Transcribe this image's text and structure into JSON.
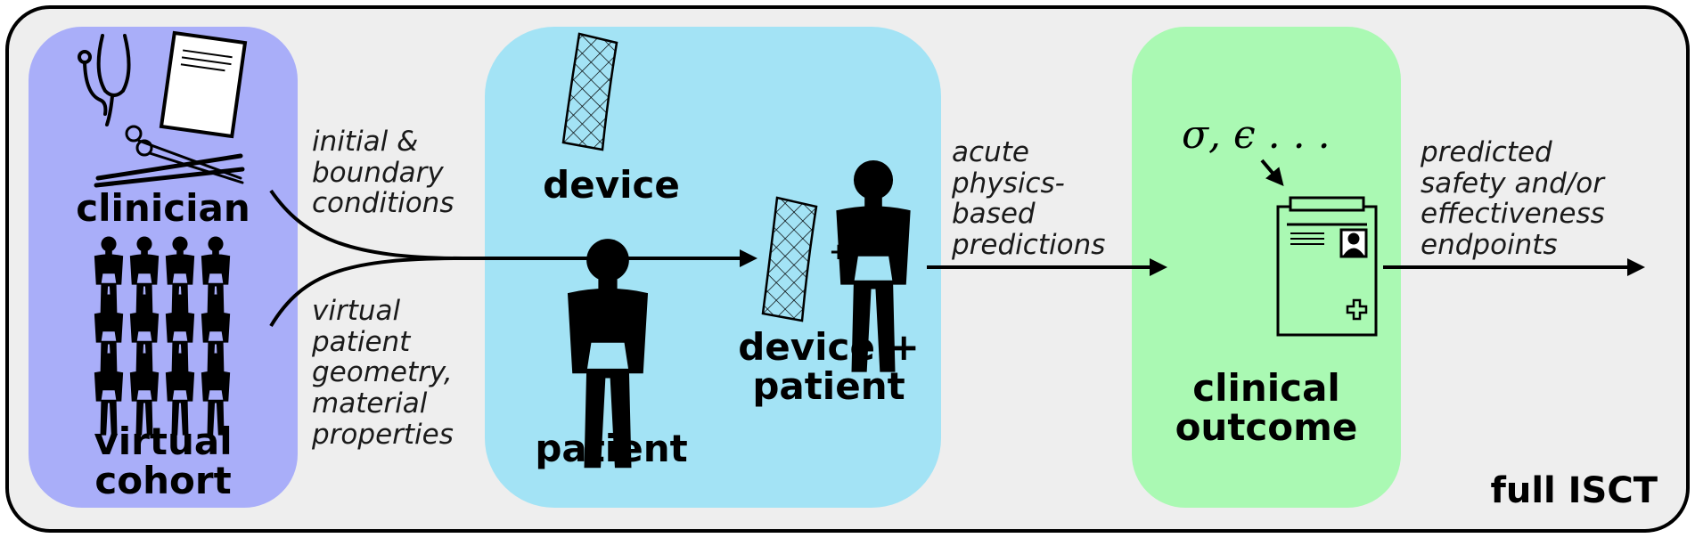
{
  "colors": {
    "outer_fill": "#eeeeee",
    "left_panel": "#a9aef9",
    "middle_panel": "#a3e3f5",
    "right_panel": "#aaf9b3",
    "ink": "#000000"
  },
  "left_panel": {
    "clinician_label": "clinician",
    "cohort_label": [
      "virtual",
      "cohort"
    ]
  },
  "inputs": {
    "conditions": [
      "initial &",
      "boundary",
      "conditions"
    ],
    "geometry": [
      "virtual",
      "patient",
      "geometry,",
      "material",
      "properties"
    ]
  },
  "middle_panel": {
    "device_label": "device",
    "patient_label": "patient",
    "plus_label": "+",
    "combined_label": [
      "device +",
      "patient"
    ]
  },
  "predictions": [
    "acute",
    "physics-",
    "based",
    "predictions"
  ],
  "right_panel": {
    "symbols": "σ, ϵ . . .",
    "outcome_label": [
      "clinical",
      "outcome"
    ]
  },
  "endpoints": [
    "predicted",
    "safety and/or",
    "effectiveness",
    "endpoints"
  ],
  "footer_label": "full ISCT"
}
